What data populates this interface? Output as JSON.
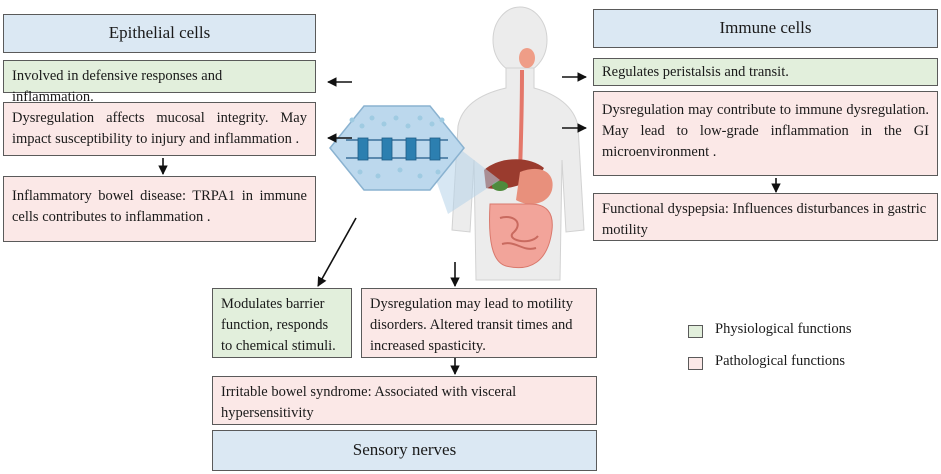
{
  "colors": {
    "header_fill": "#dbe8f3",
    "physiological_fill": "#e2efdc",
    "pathological_fill": "#fbe8e7",
    "border": "#5a5a5a"
  },
  "epithelial": {
    "title": "Epithelial cells",
    "physiological": "Involved in defensive responses and inflammation.",
    "pathological": "Dysregulation affects mucosal integrity. May impact susceptibility to injury and inflammation .",
    "disease": "Inflammatory bowel disease: TRPA1 in immune cells contributes to inflammation ."
  },
  "immune": {
    "title": "Immune cells",
    "physiological": "Regulates peristalsis and transit.",
    "pathological": "Dysregulation may contribute to immune dysregulation. May lead to low-grade inflammation in the GI microenvironment .",
    "disease": "Functional dyspepsia: Influences disturbances in gastric motility"
  },
  "sensory": {
    "title": "Sensory nerves",
    "physiological": "Modulates barrier function, responds to chemical stimuli.",
    "pathological": "Dysregulation may lead to motility disorders. Altered transit times and increased spasticity.",
    "disease": "Irritable bowel syndrome: Associated with visceral hypersensitivity"
  },
  "legend": {
    "physiological": "Physiological functions",
    "pathological": "Pathological functions"
  }
}
